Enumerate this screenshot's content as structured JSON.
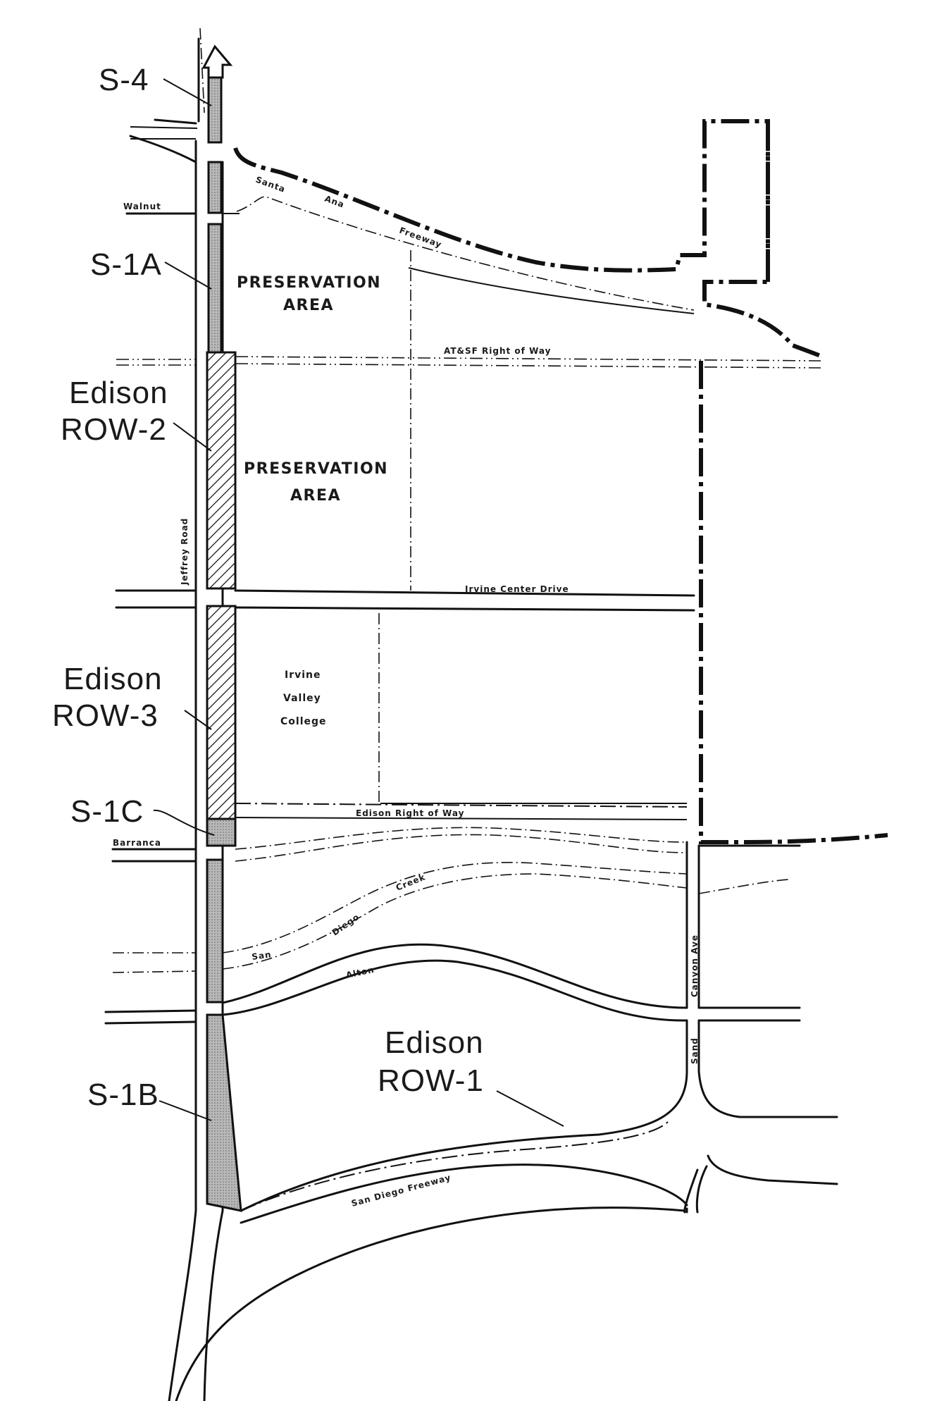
{
  "labels": {
    "s4": "S-4",
    "s1a": "S-1A",
    "edison_row2_line1": "Edison",
    "edison_row2_line2": "ROW-2",
    "edison_row3_line1": "Edison",
    "edison_row3_line2": "ROW-3",
    "s1c": "S-1C",
    "s1b": "S-1B",
    "edison_row1_line1": "Edison",
    "edison_row1_line2": "ROW-1",
    "preservation1_line1": "PRESERVATION",
    "preservation1_line2": "AREA",
    "preservation2_line1": "PRESERVATION",
    "preservation2_line2": "AREA",
    "college_line1": "Irvine",
    "college_line2": "Valley",
    "college_line3": "College"
  },
  "streets": {
    "walnut": "Walnut",
    "santa_ana": "Santa",
    "santa_ana_2": "Ana",
    "santa_ana_3": "Freeway",
    "atsf": "AT&SF Right of Way",
    "jeffrey": "Jeffrey Road",
    "irvine_center": "Irvine Center Drive",
    "edison_row": "Edison Right of Way",
    "barranca": "Barranca",
    "creek_1": "San",
    "creek_2": "Diego",
    "creek_3": "Creek",
    "alton": "Alton",
    "canyon": "Canyon Ave",
    "sand": "Sand",
    "san_diego_fwy": "San Diego Freeway"
  },
  "colors": {
    "ink": "#111111",
    "shade": "#bdbdbd",
    "paper": "#ffffff"
  }
}
